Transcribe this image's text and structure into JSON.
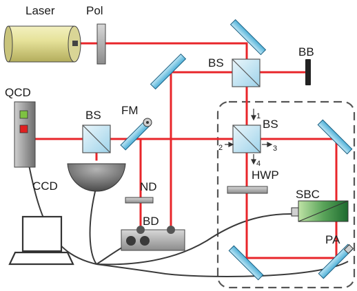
{
  "labels": {
    "laser": "Laser",
    "pol": "Pol",
    "bs_top": "BS",
    "bb": "BB",
    "qcd": "QCD",
    "bs_left": "BS",
    "fm": "FM",
    "bs_center": "BS",
    "ccd": "CCD",
    "nd": "ND",
    "hwp": "HWP",
    "sbc": "SBC",
    "bd": "BD",
    "pa": "PA"
  },
  "port_numbers": {
    "p1": "1",
    "p2": "2",
    "p3": "3",
    "p4": "4"
  },
  "colors": {
    "beam": "#e8252a",
    "mirror": "#8fd4ee",
    "cable": "#3a3a3a",
    "dashed_box": "#555555",
    "qcd_green": "#7ec242",
    "qcd_red": "#e02020"
  }
}
